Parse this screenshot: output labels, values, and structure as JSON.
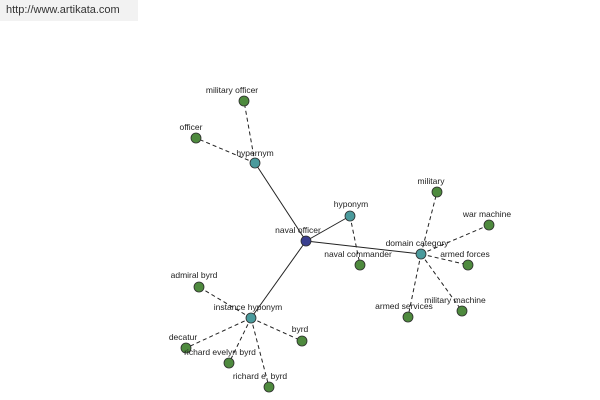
{
  "url": "http://www.artikata.com",
  "colors": {
    "center_node": "#3a3f8f",
    "relation_node": "#4a9a9c",
    "leaf_node": "#4e8a3e",
    "edge": "#222222",
    "url_background": "#f2f2f2"
  },
  "graph": {
    "center": {
      "id": "center",
      "label": "naval officer",
      "kind": "center"
    },
    "relations": [
      {
        "id": "hypernym",
        "label": "hypernym"
      },
      {
        "id": "hyponym",
        "label": "hyponym"
      },
      {
        "id": "domain",
        "label": "domain category"
      },
      {
        "id": "instance",
        "label": "instance hyponym"
      }
    ],
    "leaves": [
      {
        "id": "military-officer",
        "label": "military officer",
        "relation": "hypernym"
      },
      {
        "id": "officer",
        "label": "officer",
        "relation": "hypernym"
      },
      {
        "id": "naval-commander",
        "label": "naval commander",
        "relation": "hyponym"
      },
      {
        "id": "military",
        "label": "military",
        "relation": "domain"
      },
      {
        "id": "war-machine",
        "label": "war machine",
        "relation": "domain"
      },
      {
        "id": "armed-forces",
        "label": "armed forces",
        "relation": "domain"
      },
      {
        "id": "military-machine",
        "label": "military machine",
        "relation": "domain"
      },
      {
        "id": "armed-services",
        "label": "armed services",
        "relation": "domain"
      },
      {
        "id": "admiral-byrd",
        "label": "admiral byrd",
        "relation": "instance"
      },
      {
        "id": "byrd",
        "label": "byrd",
        "relation": "instance"
      },
      {
        "id": "decatur",
        "label": "decatur",
        "relation": "instance"
      },
      {
        "id": "richard-evelyn-byrd",
        "label": "richard evelyn byrd",
        "relation": "instance"
      },
      {
        "id": "richard-e-byrd",
        "label": "richard e. byrd",
        "relation": "instance"
      }
    ]
  }
}
